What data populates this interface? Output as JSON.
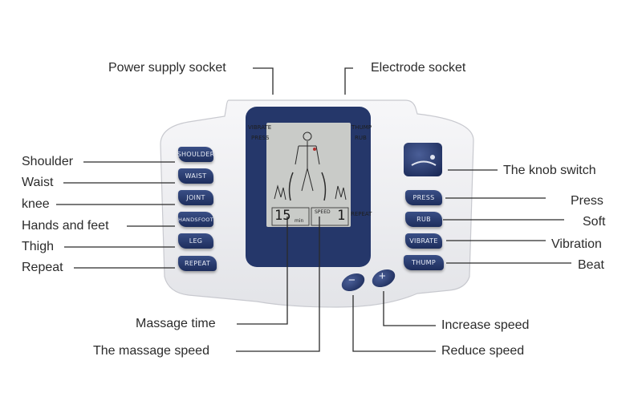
{
  "callouts": {
    "power_supply_socket": "Power supply socket",
    "electrode_socket": "Electrode socket",
    "shoulder": "Shoulder",
    "waist": "Waist",
    "knee": "knee",
    "hands_and_feet": "Hands and feet",
    "thigh": "Thigh",
    "repeat": "Repeat",
    "knob_switch": "The knob switch",
    "press": "Press",
    "soft": "Soft",
    "vibration": "Vibration",
    "beat": "Beat",
    "massage_time": "Massage time",
    "massage_speed": "The massage speed",
    "increase_speed": "Increase speed",
    "reduce_speed": "Reduce speed"
  },
  "device": {
    "left_buttons": [
      "SHOULDER",
      "WAIST",
      "JOINT",
      "HANDSFOOT",
      "LEG",
      "REPEAT"
    ],
    "right_buttons": [
      "PRESS",
      "RUB",
      "VIBRATE",
      "THUMP"
    ],
    "minus_symbol": "−",
    "plus_symbol": "+",
    "lcd": {
      "vibrate": "VIBRATE",
      "press": "PRESS",
      "thump": "THUMP",
      "rub": "RUB",
      "repeat": "REPEAT",
      "time_value": "15",
      "time_unit": "min",
      "speed_label": "SPEED",
      "speed_value": "1"
    }
  },
  "colors": {
    "body": "#f2f2f4",
    "lcd_frame": "#25376a",
    "lcd_screen": "#c9cbc8",
    "button": "#2a3c70",
    "leader_line": "#2b2b2b"
  }
}
